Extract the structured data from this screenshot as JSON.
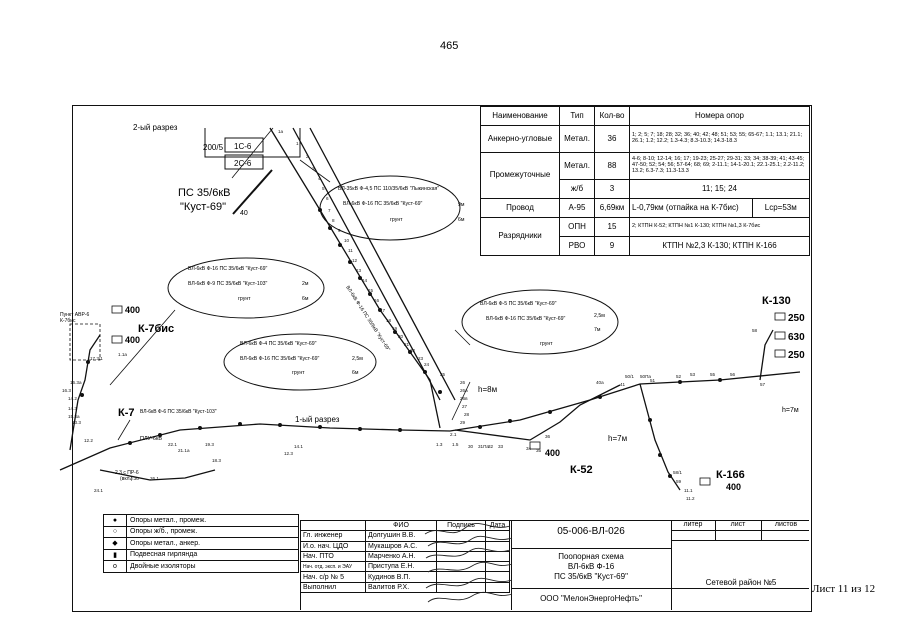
{
  "page_number": "465",
  "sheet_counter": "Лист 11 из 12",
  "diagram": {
    "razrez1": "1-ый разрез",
    "razrez2": "2-ый разрез",
    "substation_name": "ПС 35/6кВ",
    "substation_sub": "\"Куст-69\"",
    "cells": [
      "1С-6",
      "2С-6"
    ],
    "ct": "200/5",
    "n40": "40",
    "k7bis": "К-7бис",
    "k7": "К-7",
    "k52": "К-52",
    "k130": "К-130",
    "k166": "К-166",
    "p400a": "400",
    "p400b": "400",
    "p400c": "400",
    "p400d": "400",
    "p250a": "250",
    "p630": "630",
    "p250b": "250",
    "h8": "h=8м",
    "h7a": "h=7м",
    "h7b": "h=7м",
    "punkt": "Пункт АВР-6",
    "punkt2": "К-7бис",
    "vl7": "ВЛ-6кВ Ф-6 ПС 35/6кВ \"Куст-103\"",
    "plu": "ПЛУ-6кВ",
    "ran": "2.3 с ПР-6",
    "ran2": "(вкл.)",
    "num_labels": [
      "1а",
      "1",
      "2",
      "3",
      "4",
      "5",
      "6",
      "7",
      "8",
      "9",
      "10",
      "11",
      "12",
      "13",
      "14",
      "15",
      "16",
      "17",
      "18",
      "19",
      "20",
      "21",
      "22",
      "23",
      "24",
      "25",
      "26",
      "26а",
      "26в",
      "27",
      "28",
      "29",
      "30",
      "31Па",
      "32",
      "33",
      "34",
      "35",
      "36",
      "40а",
      "41",
      "50/1",
      "50Па",
      "51",
      "52",
      "53",
      "55",
      "56",
      "57",
      "58",
      "58/1",
      "59",
      "11.1",
      "11.2",
      "12.2",
      "12.3",
      "13.3",
      "14.1",
      "14.3",
      "14.2",
      "15.3а",
      "16.3",
      "16.3а",
      "17.3/1",
      "18.3",
      "19.3",
      "21.1а",
      "22.1",
      "24.1",
      "26.1",
      "4.30",
      "1.3",
      "1.5",
      "2.1",
      "1.1а",
      "1.1п",
      "9.2"
    ],
    "vl_along": "ВЛ-6кВ Ф-16 ПС 35/6кВ \"Куст-69\"",
    "callouts": [
      {
        "r1": "ВЛ-35кВ Ф-4,5 ПС 110/35/6кВ \"Лыкинская\"",
        "r1v": "",
        "r2": "ВЛ-6кВ Ф-16 ПС 35/6кВ \"Куст-69\"",
        "r2v": "9м",
        "r3": "грунт",
        "r3v": "6м"
      },
      {
        "r1": "ВЛ-6кВ Ф-16 ПС 35/6кВ \"Куст-69\"",
        "r1v": "",
        "r2": "ВЛ-6кВ Ф-9 ПС 35/6кВ \"Куст-103\"",
        "r2v": "2м",
        "r3": "грунт",
        "r3v": "6м"
      },
      {
        "r1": "ВЛ-6кВ Ф-4 ПС 35/6кВ \"Куст-69\"",
        "r1v": "",
        "r2": "ВЛ-6кВ Ф-16 ПС 35/6кВ \"Куст-69\"",
        "r2v": "2,5м",
        "r3": "грунт",
        "r3v": "6м"
      },
      {
        "r1": "ВЛ-6кВ Ф-5 ПС 35/6кВ \"Куст-69\"",
        "r1v": "2,5м",
        "r2": "ВЛ-6кВ Ф-16 ПС 35/6кВ \"Куст-69\"",
        "r2v": "7м",
        "r3": "грунт",
        "r3v": ""
      }
    ]
  },
  "summary": {
    "headers": [
      "Наименование",
      "Тип",
      "Кол-во",
      "Номера опор"
    ],
    "anchor": {
      "name": "Анкерно-угловые",
      "type": "Метал.",
      "qty": "36",
      "nums": "1; 2; 5; 7; 18; 28; 32; 36; 40; 42; 48; 51; 53; 55; 65-67; 1.1; 13.1; 21.1; 26.1; 1.2; 12.2; 1.3-4.3; 8.3-10.3; 14.3-18.3"
    },
    "inter": {
      "name": "Промежуточные",
      "rows": [
        {
          "type": "Метал.",
          "qty": "88",
          "nums": "4-6; 8-10; 12-14; 16; 17; 19-23; 25-27; 29-31; 33; 34; 38-39; 41; 43-45; 47-50; 52; 54; 56; 57-64; 68; 69; 2-11.1; 14-1-20.1; 22.1-25.1; 2.2-11.2; 13.2; 6.3-7.3; 11.3-13.3"
        },
        {
          "type": "ж/б",
          "qty": "3",
          "nums": "11; 15; 24"
        }
      ]
    },
    "wire": {
      "name": "Провод",
      "type": "А-95",
      "qty": "6,69км",
      "nums": "L-0,79км (отпайка на К-7бис)",
      "lcp": "Lср=53м"
    },
    "arr": {
      "name": "Разрядники",
      "rows": [
        {
          "type": "ОПН",
          "qty": "15",
          "nums": "2; КТПН К-52; КТПН №1 К-130; КТПН №1,3 К-7бис"
        },
        {
          "type": "РВО",
          "qty": "9",
          "nums": "КТПН №2,3 К-130; КТПН К-166"
        }
      ]
    }
  },
  "legend": [
    {
      "sym": "●",
      "text": "Опоры метал., промеж."
    },
    {
      "sym": "○",
      "text": "Опоры ж/б., промеж."
    },
    {
      "sym": "◆",
      "text": "Опоры метал., анкер."
    },
    {
      "sym": "▮",
      "text": "Подвесная гирлянда"
    },
    {
      "sym": "o",
      "text": "Двойные изоляторы"
    }
  ],
  "titleblock": {
    "col_fio": "ФИО",
    "col_podpis": "Подпись",
    "col_data": "Дата",
    "rows": [
      {
        "role": "Гл. инженер",
        "fio": "Долгушин В.В."
      },
      {
        "role": "И.о. нач. ЦДО",
        "fio": "Мукашров А.С."
      },
      {
        "role": "Нач. ПТО",
        "fio": "Марченко А.Н."
      },
      {
        "role": "Нач. отд. эксп. и ЭАУ",
        "fio": "Приступа Е.Н."
      },
      {
        "role": "Нач. с/р № 5",
        "fio": "Кудинов В.П."
      },
      {
        "role": "Выполнил",
        "fio": "Валитов Р.Х."
      }
    ],
    "doc_code": "05-006-ВЛ-026",
    "title1": "Поопорная схема",
    "title2": "ВЛ-6кВ Ф-16",
    "title3": "ПС 35/6кВ \"Куст-69\"",
    "hdr_litera": "литер",
    "hdr_list": "лист",
    "hdr_listov": "листов",
    "network": "Сетевой район №5",
    "org": "ООО \"МелонЭнергоНефть\""
  }
}
